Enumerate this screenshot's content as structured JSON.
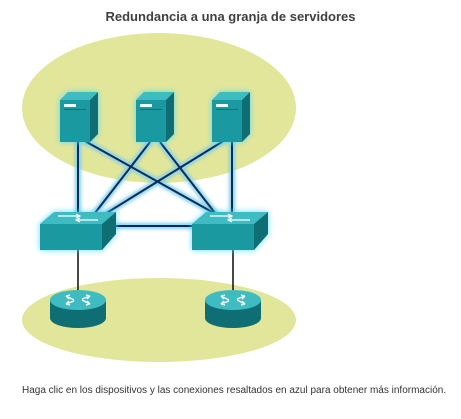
{
  "title": "Redundancia a una granja de servidores",
  "caption": "Haga clic en los dispositivos y las conexiones resaltados en azul para obtener más información.",
  "colors": {
    "zone_fill": "#e2e69a",
    "device_teal": "#1a9aa0",
    "device_teal_dark": "#0e6e73",
    "device_teal_light": "#3fbcc1",
    "glow": "#4fd8ff",
    "link": "#0a2a5a"
  },
  "devices": {
    "servers": [
      {
        "name": "server-1",
        "icon": "server-icon"
      },
      {
        "name": "server-2",
        "icon": "server-icon"
      },
      {
        "name": "server-3",
        "icon": "server-icon"
      }
    ],
    "switches": [
      {
        "name": "switch-left",
        "icon": "switch-icon"
      },
      {
        "name": "switch-right",
        "icon": "switch-icon"
      }
    ],
    "routers": [
      {
        "name": "router-left",
        "icon": "router-icon"
      },
      {
        "name": "router-right",
        "icon": "router-icon"
      }
    ]
  }
}
